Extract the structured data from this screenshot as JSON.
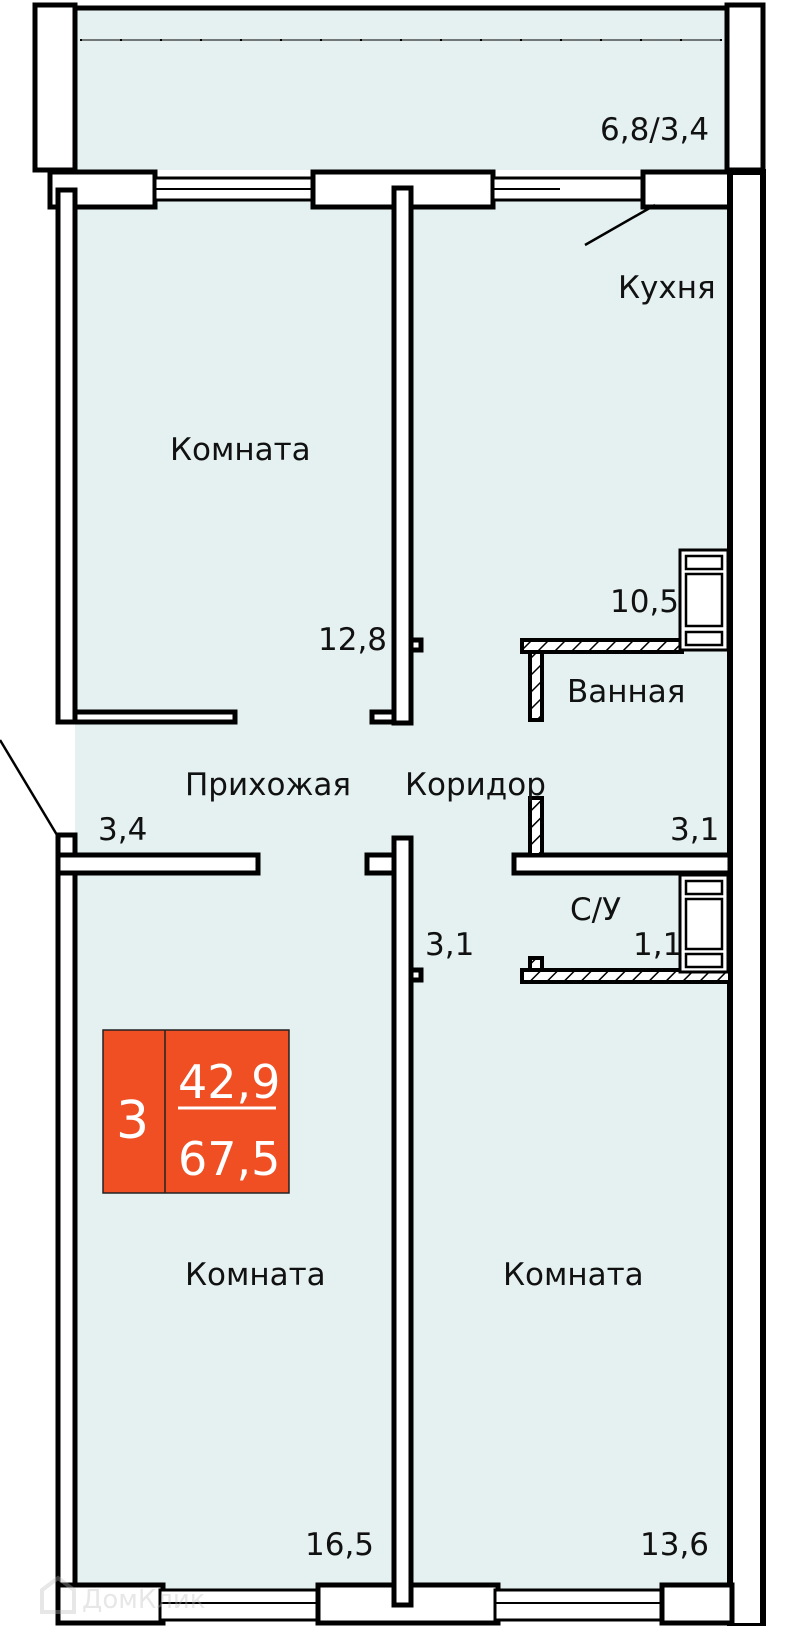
{
  "plan": {
    "rooms": [
      {
        "name": "Кухня",
        "area": "10,5"
      },
      {
        "name": "Комната",
        "area": "12,8"
      },
      {
        "name": "Ванная",
        "area": "3,1"
      },
      {
        "name": "Прихожая",
        "area": "3,4"
      },
      {
        "name": "Коридор",
        "area": "3,1"
      },
      {
        "name": "С/У",
        "area": "1,1"
      },
      {
        "name": "Комната",
        "area": "16,5"
      },
      {
        "name": "Комната",
        "area": "13,6"
      }
    ],
    "balcony_area": "6,8/3,4",
    "badge": {
      "rooms_count": "3",
      "living_area": "42,9",
      "total_area": "67,5",
      "color": "#f04e23"
    },
    "fill_color": "#e4f1f0",
    "watermark": "ДомКлик"
  }
}
